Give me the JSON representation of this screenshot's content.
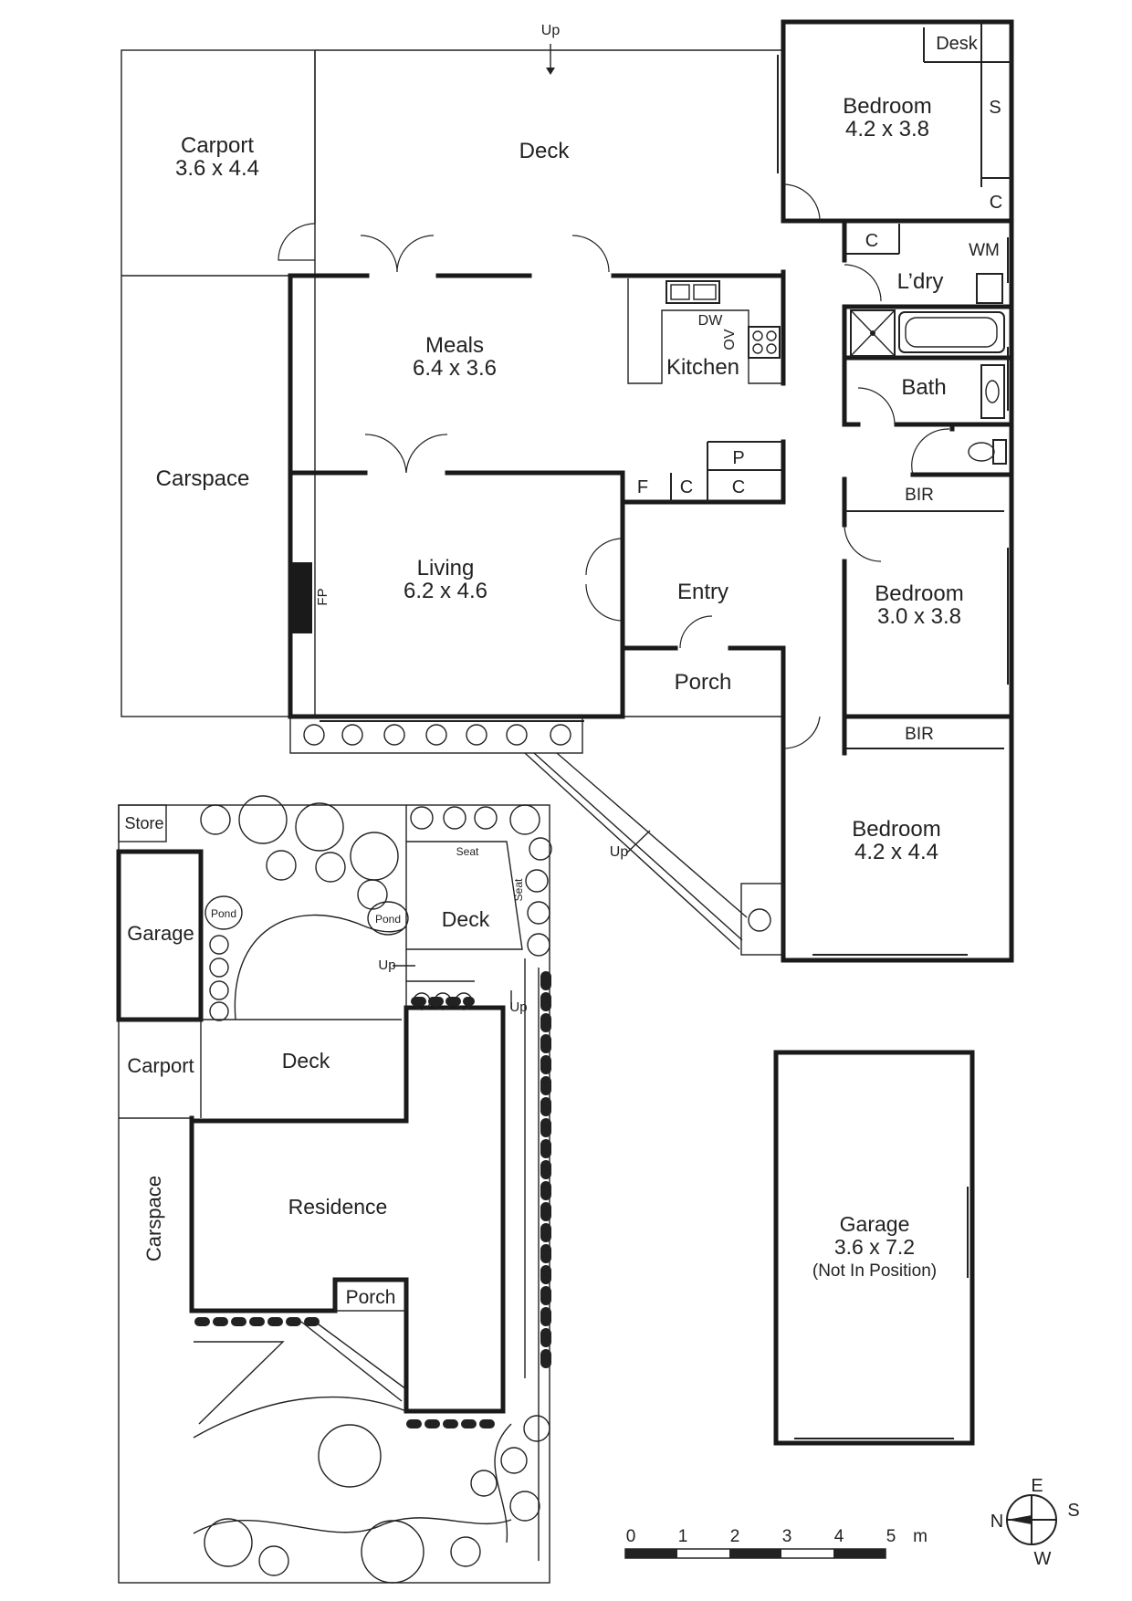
{
  "rooms": {
    "deck_top": "Deck",
    "up_top": "Up",
    "carport_name": "Carport",
    "carport_dim": "3.6 x 4.4",
    "bed1_name": "Bedroom",
    "bed1_dim": "4.2 x 3.8",
    "desk": "Desk",
    "s": "S",
    "c_bed1": "C",
    "c_ldry": "C",
    "wm": "WM",
    "ldry": "L’dry",
    "meals_name": "Meals",
    "meals_dim": "6.4 x 3.6",
    "dw": "DW",
    "ov": "OV",
    "kitchen": "Kitchen",
    "bath": "Bath",
    "carspace": "Carspace",
    "f": "F",
    "c_hall1": "C",
    "c_hall2": "C",
    "p": "P",
    "bir1": "BIR",
    "living_name": "Living",
    "living_dim": "6.2 x 4.6",
    "fp": "FP",
    "entry": "Entry",
    "bed2_name": "Bedroom",
    "bed2_dim": "3.0 x 3.8",
    "porch": "Porch",
    "bir2": "BIR",
    "bed3_name": "Bedroom",
    "bed3_dim": "4.2 x 4.4",
    "up_path": "Up"
  },
  "site": {
    "store": "Store",
    "garage": "Garage",
    "pond1": "Pond",
    "pond2": "Pond",
    "deck_rear": "Deck",
    "seat1": "Seat",
    "seat2": "Seat",
    "up1": "Up",
    "up2": "Up",
    "carport": "Carport",
    "deck_side": "Deck",
    "carspace": "Carspace",
    "residence": "Residence",
    "porch": "Porch"
  },
  "garage_plan": {
    "name": "Garage",
    "dim": "3.6 x 7.2",
    "note": "(Not In Position)"
  },
  "scale": {
    "ticks": [
      "0",
      "1",
      "2",
      "3",
      "4",
      "5"
    ],
    "unit": "m"
  },
  "compass": {
    "n": "N",
    "e": "E",
    "s": "S",
    "w": "W"
  }
}
